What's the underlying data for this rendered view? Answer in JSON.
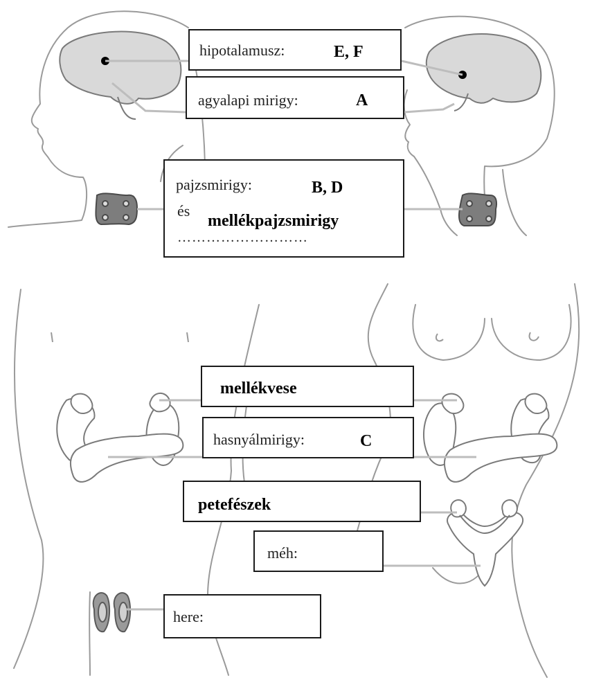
{
  "labels": {
    "hypothalamus": {
      "label": "hipotalamusz:",
      "answer": "E, F"
    },
    "pituitary": {
      "label": "agyalapi mirigy:",
      "answer": "A"
    },
    "thyroid": {
      "label": "pajzsmirigy:",
      "answer": "B, D",
      "conjunction": "és",
      "answer2": "mellékpajzsmirigy",
      "blank": "………………………"
    },
    "adrenal": {
      "answer": "mellékvese"
    },
    "pancreas": {
      "label": "hasnyálmirigy:",
      "answer": "C"
    },
    "ovary": {
      "answer": "petefészek"
    },
    "uterus": {
      "label": "méh:"
    },
    "testis": {
      "label": "here:"
    }
  },
  "colors": {
    "outline": "#9a9a9a",
    "brain_fill": "#d9d9d9",
    "connector": "#bdbdbd",
    "gland_fill": "#7d7d7d"
  }
}
